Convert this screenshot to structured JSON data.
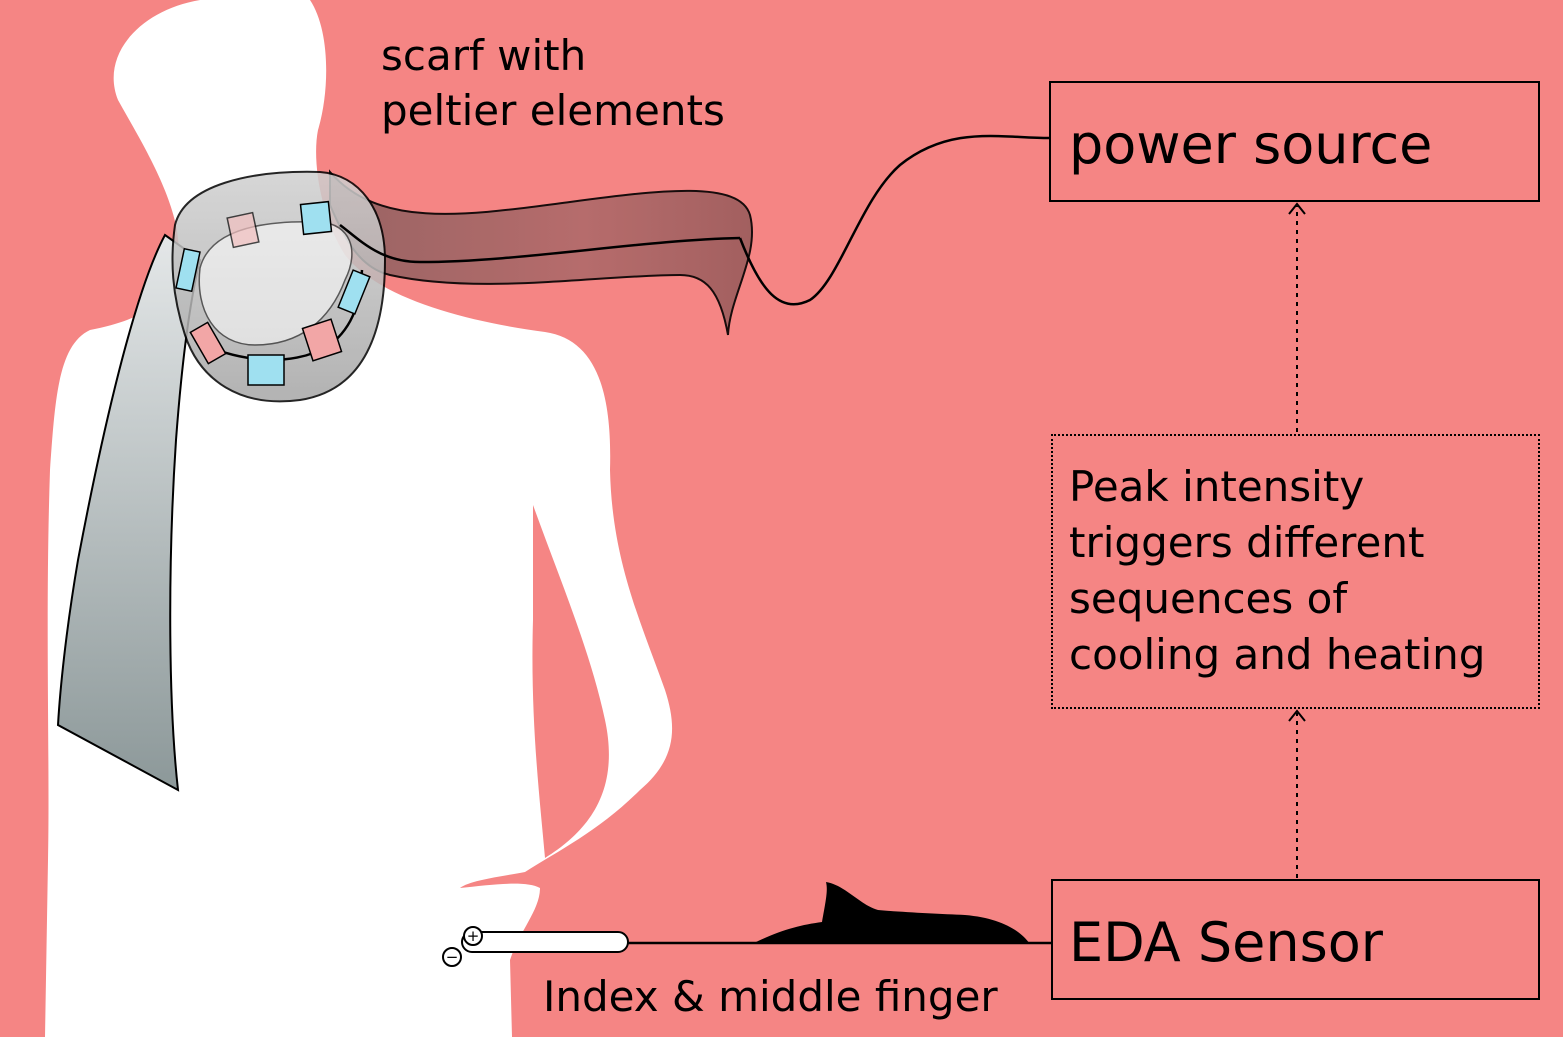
{
  "scarf_label": {
    "line1": "scarf with",
    "line2": "peltier elements"
  },
  "power_box": {
    "label": "power source"
  },
  "logic_box": {
    "lines": [
      "Peak intensity",
      "triggers different",
      "sequences of",
      "cooling and heating"
    ]
  },
  "eda_box": {
    "label": "EDA Sensor"
  },
  "finger_label": "Index & middle finger",
  "electrodes": {
    "plus": "+",
    "minus": "−"
  },
  "colors": {
    "background": "#f58584",
    "figure": "#ffffff",
    "peltier_cold": "#9fe0f0",
    "peltier_hot": "#f2a6a6",
    "scarf_gradient_top": "#e0e3e5",
    "scarf_gradient_bottom": "#8e9a9c",
    "scarf_tail": "#9e5f5f",
    "signal": "#000000"
  },
  "icons": {
    "figure": "person-silhouette-icon",
    "scarf": "scarf-icon",
    "signal": "eda-signal-wave-icon"
  }
}
